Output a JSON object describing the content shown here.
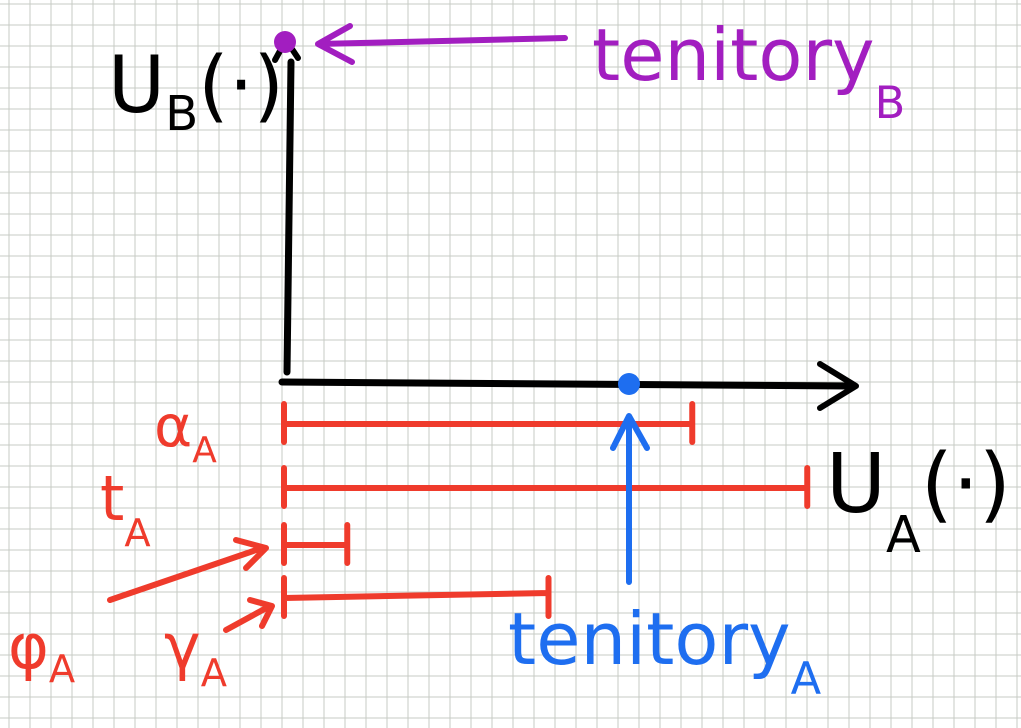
{
  "colors": {
    "grid": "#c7cbc4",
    "axis": "#000000",
    "red": "#ef3b2c",
    "blue": "#1e6ef0",
    "purple": "#a21ec0"
  },
  "axes": {
    "y_label": "U",
    "y_sub": "B",
    "y_arg": "(·)",
    "x_label": "U",
    "x_sub": "A",
    "x_arg": "(·)"
  },
  "annotations": {
    "territory_b_word": "tenitory",
    "territory_b_sub": "B",
    "territory_a_word": "tenitory",
    "territory_a_sub": "A"
  },
  "intervals": [
    {
      "symbol": "α",
      "sub": "A",
      "end": 0.71
    },
    {
      "symbol": "t",
      "sub": "A",
      "end": 0.91
    },
    {
      "symbol": "φ",
      "sub": "A",
      "end": 0.11
    },
    {
      "symbol": "γ",
      "sub": "A",
      "end": 0.46
    }
  ],
  "points": {
    "territory_a_position": 0.6
  }
}
